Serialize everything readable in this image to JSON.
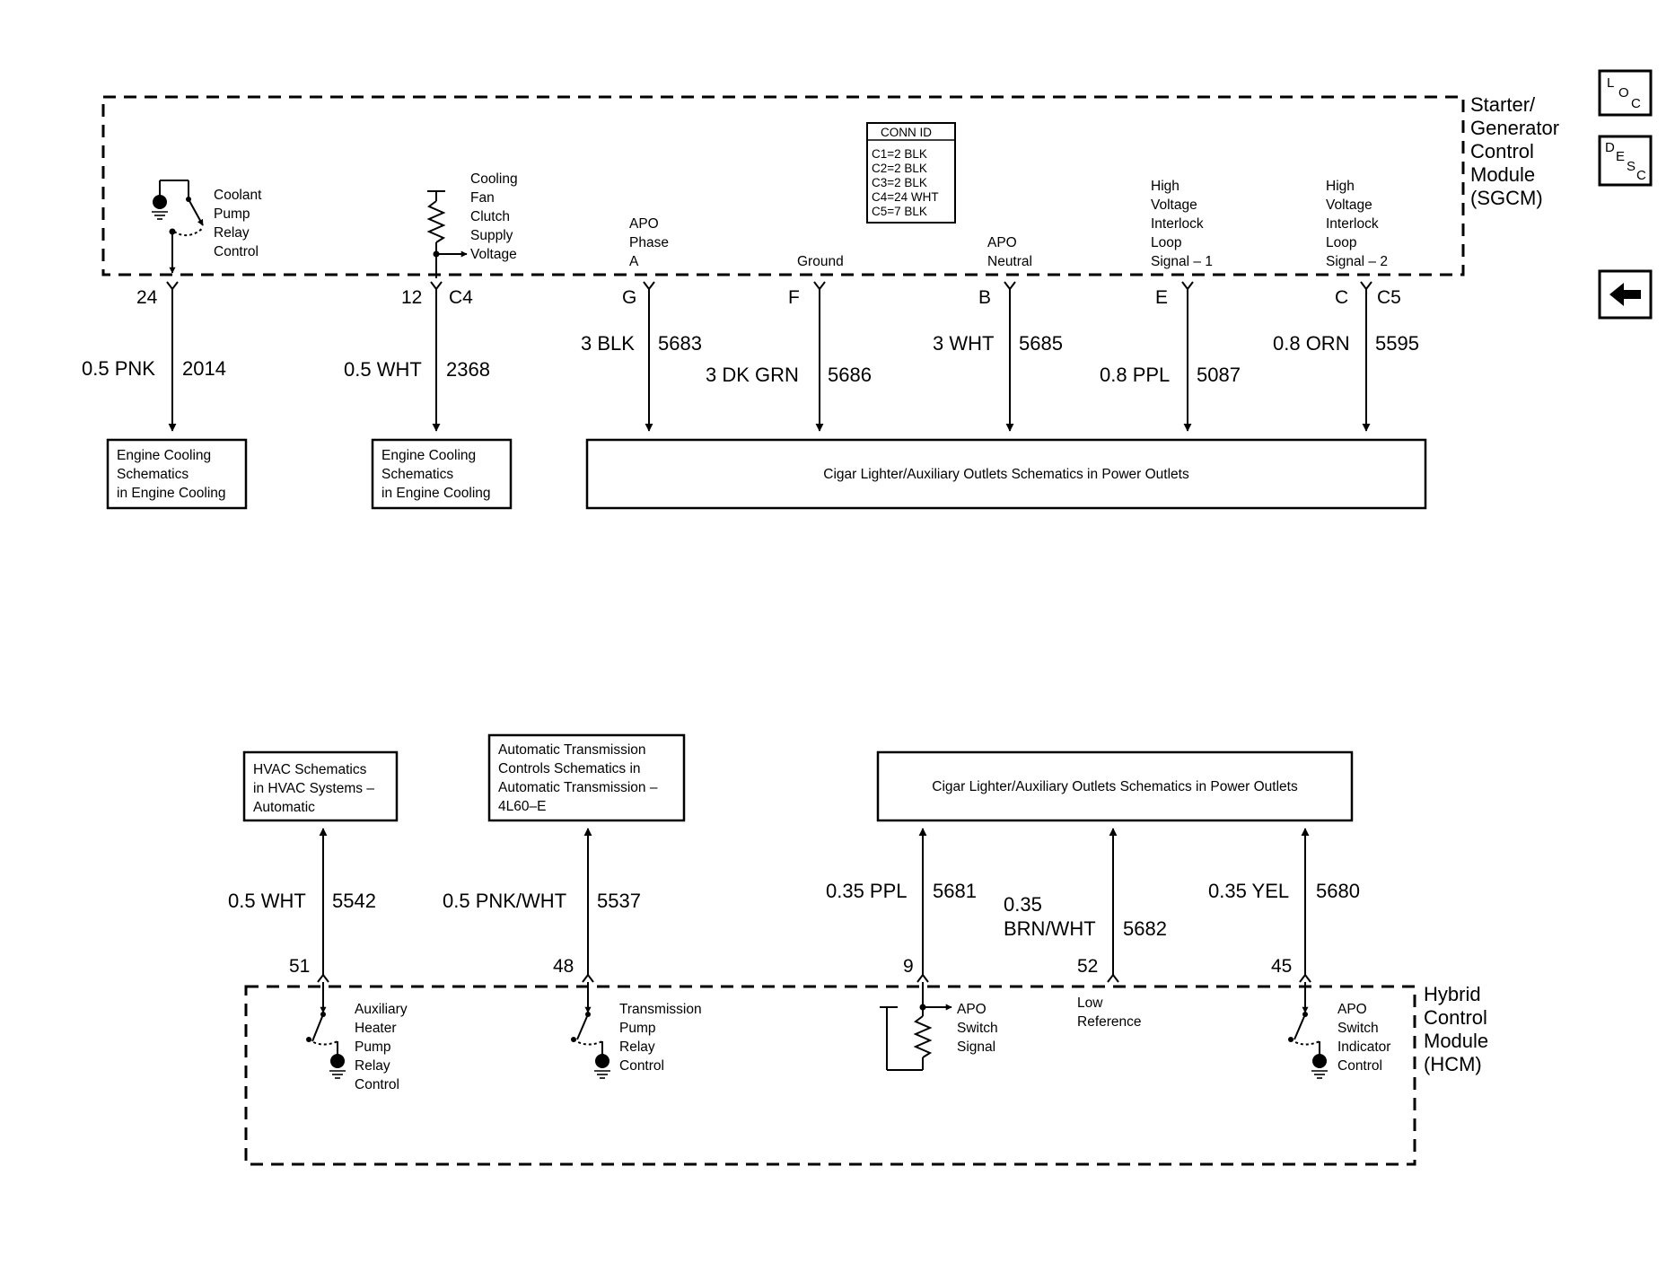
{
  "sgcm": {
    "title": [
      "Starter/",
      "Generator",
      "Control",
      "Module",
      "(SGCM)"
    ],
    "conn_id": {
      "header": "CONN ID",
      "lines": [
        "C1=2 BLK",
        "C2=2 BLK",
        "C3=2 BLK",
        "C4=24 WHT",
        "C5=7 BLK"
      ]
    },
    "circuits": [
      {
        "labels": [
          "Coolant",
          "Pump",
          "Relay",
          "Control"
        ],
        "pin": "24",
        "connector": "",
        "wire_color": "0.5 PNK",
        "wire_circuit": "2014",
        "dest": [
          "Engine Cooling",
          "Schematics",
          "in Engine Cooling"
        ]
      },
      {
        "labels": [
          "Cooling",
          "Fan",
          "Clutch",
          "Supply",
          "Voltage"
        ],
        "pin": "12",
        "connector": "C4",
        "wire_color": "0.5 WHT",
        "wire_circuit": "2368",
        "dest": [
          "Engine Cooling",
          "Schematics",
          "in Engine Cooling"
        ]
      },
      {
        "labels": [
          "APO",
          "Phase",
          "A"
        ],
        "pin": "G",
        "connector": "",
        "wire_color": "3 BLK",
        "wire_circuit": "5683"
      },
      {
        "labels": [
          "Ground"
        ],
        "pin": "F",
        "connector": "",
        "wire_color": "3 DK GRN",
        "wire_circuit": "5686"
      },
      {
        "labels": [
          "APO",
          "Neutral"
        ],
        "pin": "B",
        "connector": "",
        "wire_color": "3 WHT",
        "wire_circuit": "5685"
      },
      {
        "labels": [
          "High",
          "Voltage",
          "Interlock",
          "Loop",
          "Signal – 1"
        ],
        "pin": "E",
        "connector": "",
        "wire_color": "0.8 PPL",
        "wire_circuit": "5087"
      },
      {
        "labels": [
          "High",
          "Voltage",
          "Interlock",
          "Loop",
          "Signal – 2"
        ],
        "pin": "C",
        "connector": "C5",
        "wire_color": "0.8 ORN",
        "wire_circuit": "5595"
      }
    ],
    "outlets_box": "Cigar Lighter/Auxiliary Outlets Schematics in Power Outlets"
  },
  "hcm": {
    "title": [
      "Hybrid",
      "Control",
      "Module",
      "(HCM)"
    ],
    "circuits": [
      {
        "labels": [
          "Auxiliary",
          "Heater",
          "Pump",
          "Relay",
          "Control"
        ],
        "pin": "51",
        "wire_color": "0.5 WHT",
        "wire_circuit": "5542",
        "dest": [
          "HVAC Schematics",
          "in HVAC Systems –",
          "Automatic"
        ]
      },
      {
        "labels": [
          "Transmission",
          "Pump",
          "Relay",
          "Control"
        ],
        "pin": "48",
        "wire_color": "0.5 PNK/WHT",
        "wire_circuit": "5537",
        "dest": [
          "Automatic Transmission",
          "Controls Schematics in",
          "Automatic Transmission –",
          "4L60–E"
        ]
      },
      {
        "labels": [
          "APO",
          "Switch",
          "Signal"
        ],
        "pin": "9",
        "wire_color": "0.35 PPL",
        "wire_circuit": "5681"
      },
      {
        "labels": [
          "Low",
          "Reference"
        ],
        "pin": "52",
        "wire_color": [
          "0.35",
          "BRN/WHT"
        ],
        "wire_circuit": "5682"
      },
      {
        "labels": [
          "APO",
          "Switch",
          "Indicator",
          "Control"
        ],
        "pin": "45",
        "wire_color": "0.35 YEL",
        "wire_circuit": "5680"
      }
    ],
    "outlets_box": "Cigar Lighter/Auxiliary Outlets Schematics in Power Outlets"
  },
  "nav": {
    "loc": [
      "L",
      "O",
      "C"
    ],
    "desc": [
      "D",
      "E",
      "S",
      "C"
    ],
    "back": "back-arrow-icon"
  }
}
